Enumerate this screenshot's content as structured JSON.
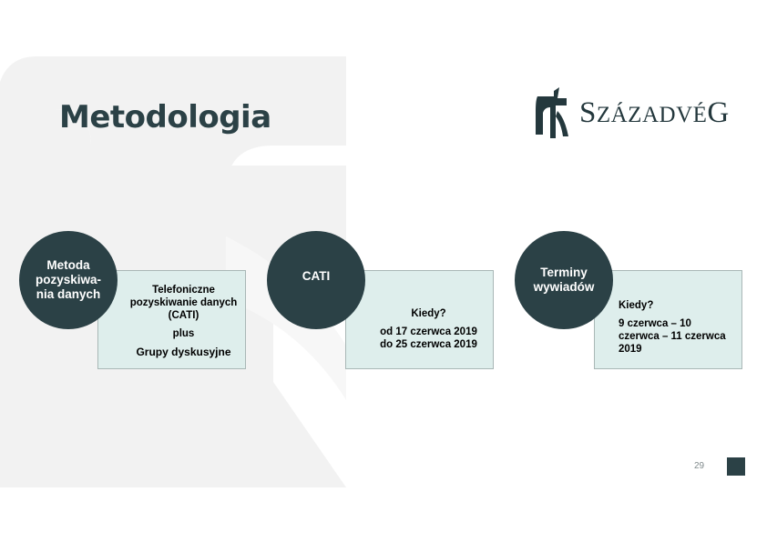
{
  "slide": {
    "title": "Metodologia",
    "logo": {
      "initial_s": "S",
      "small_caps_1": "ZÁZADV",
      "initial_e": "É",
      "end_g": "G"
    },
    "steps": [
      {
        "circle": "Metoda pozyskiwa-nia danych",
        "box": {
          "line1": "Telefoniczne pozyskiwanie danych (CATI)",
          "line2": "plus",
          "line3": "Grupy dyskusyjne"
        }
      },
      {
        "circle": "CATI",
        "box": {
          "label": "Kiedy?",
          "date1": "od 17 czerwca 2019",
          "date2": "do 25 czerwca 2019"
        }
      },
      {
        "circle": "Terminy wywiadów",
        "box": {
          "label": "Kiedy?",
          "dates": "9 czerwca – 10 czerwca – 11 czerwca 2019"
        }
      }
    ],
    "page_number": "29"
  },
  "colors": {
    "dark_teal": "#2b4146",
    "box_fill": "#deeeec",
    "watermark": "#f2f2f2"
  }
}
